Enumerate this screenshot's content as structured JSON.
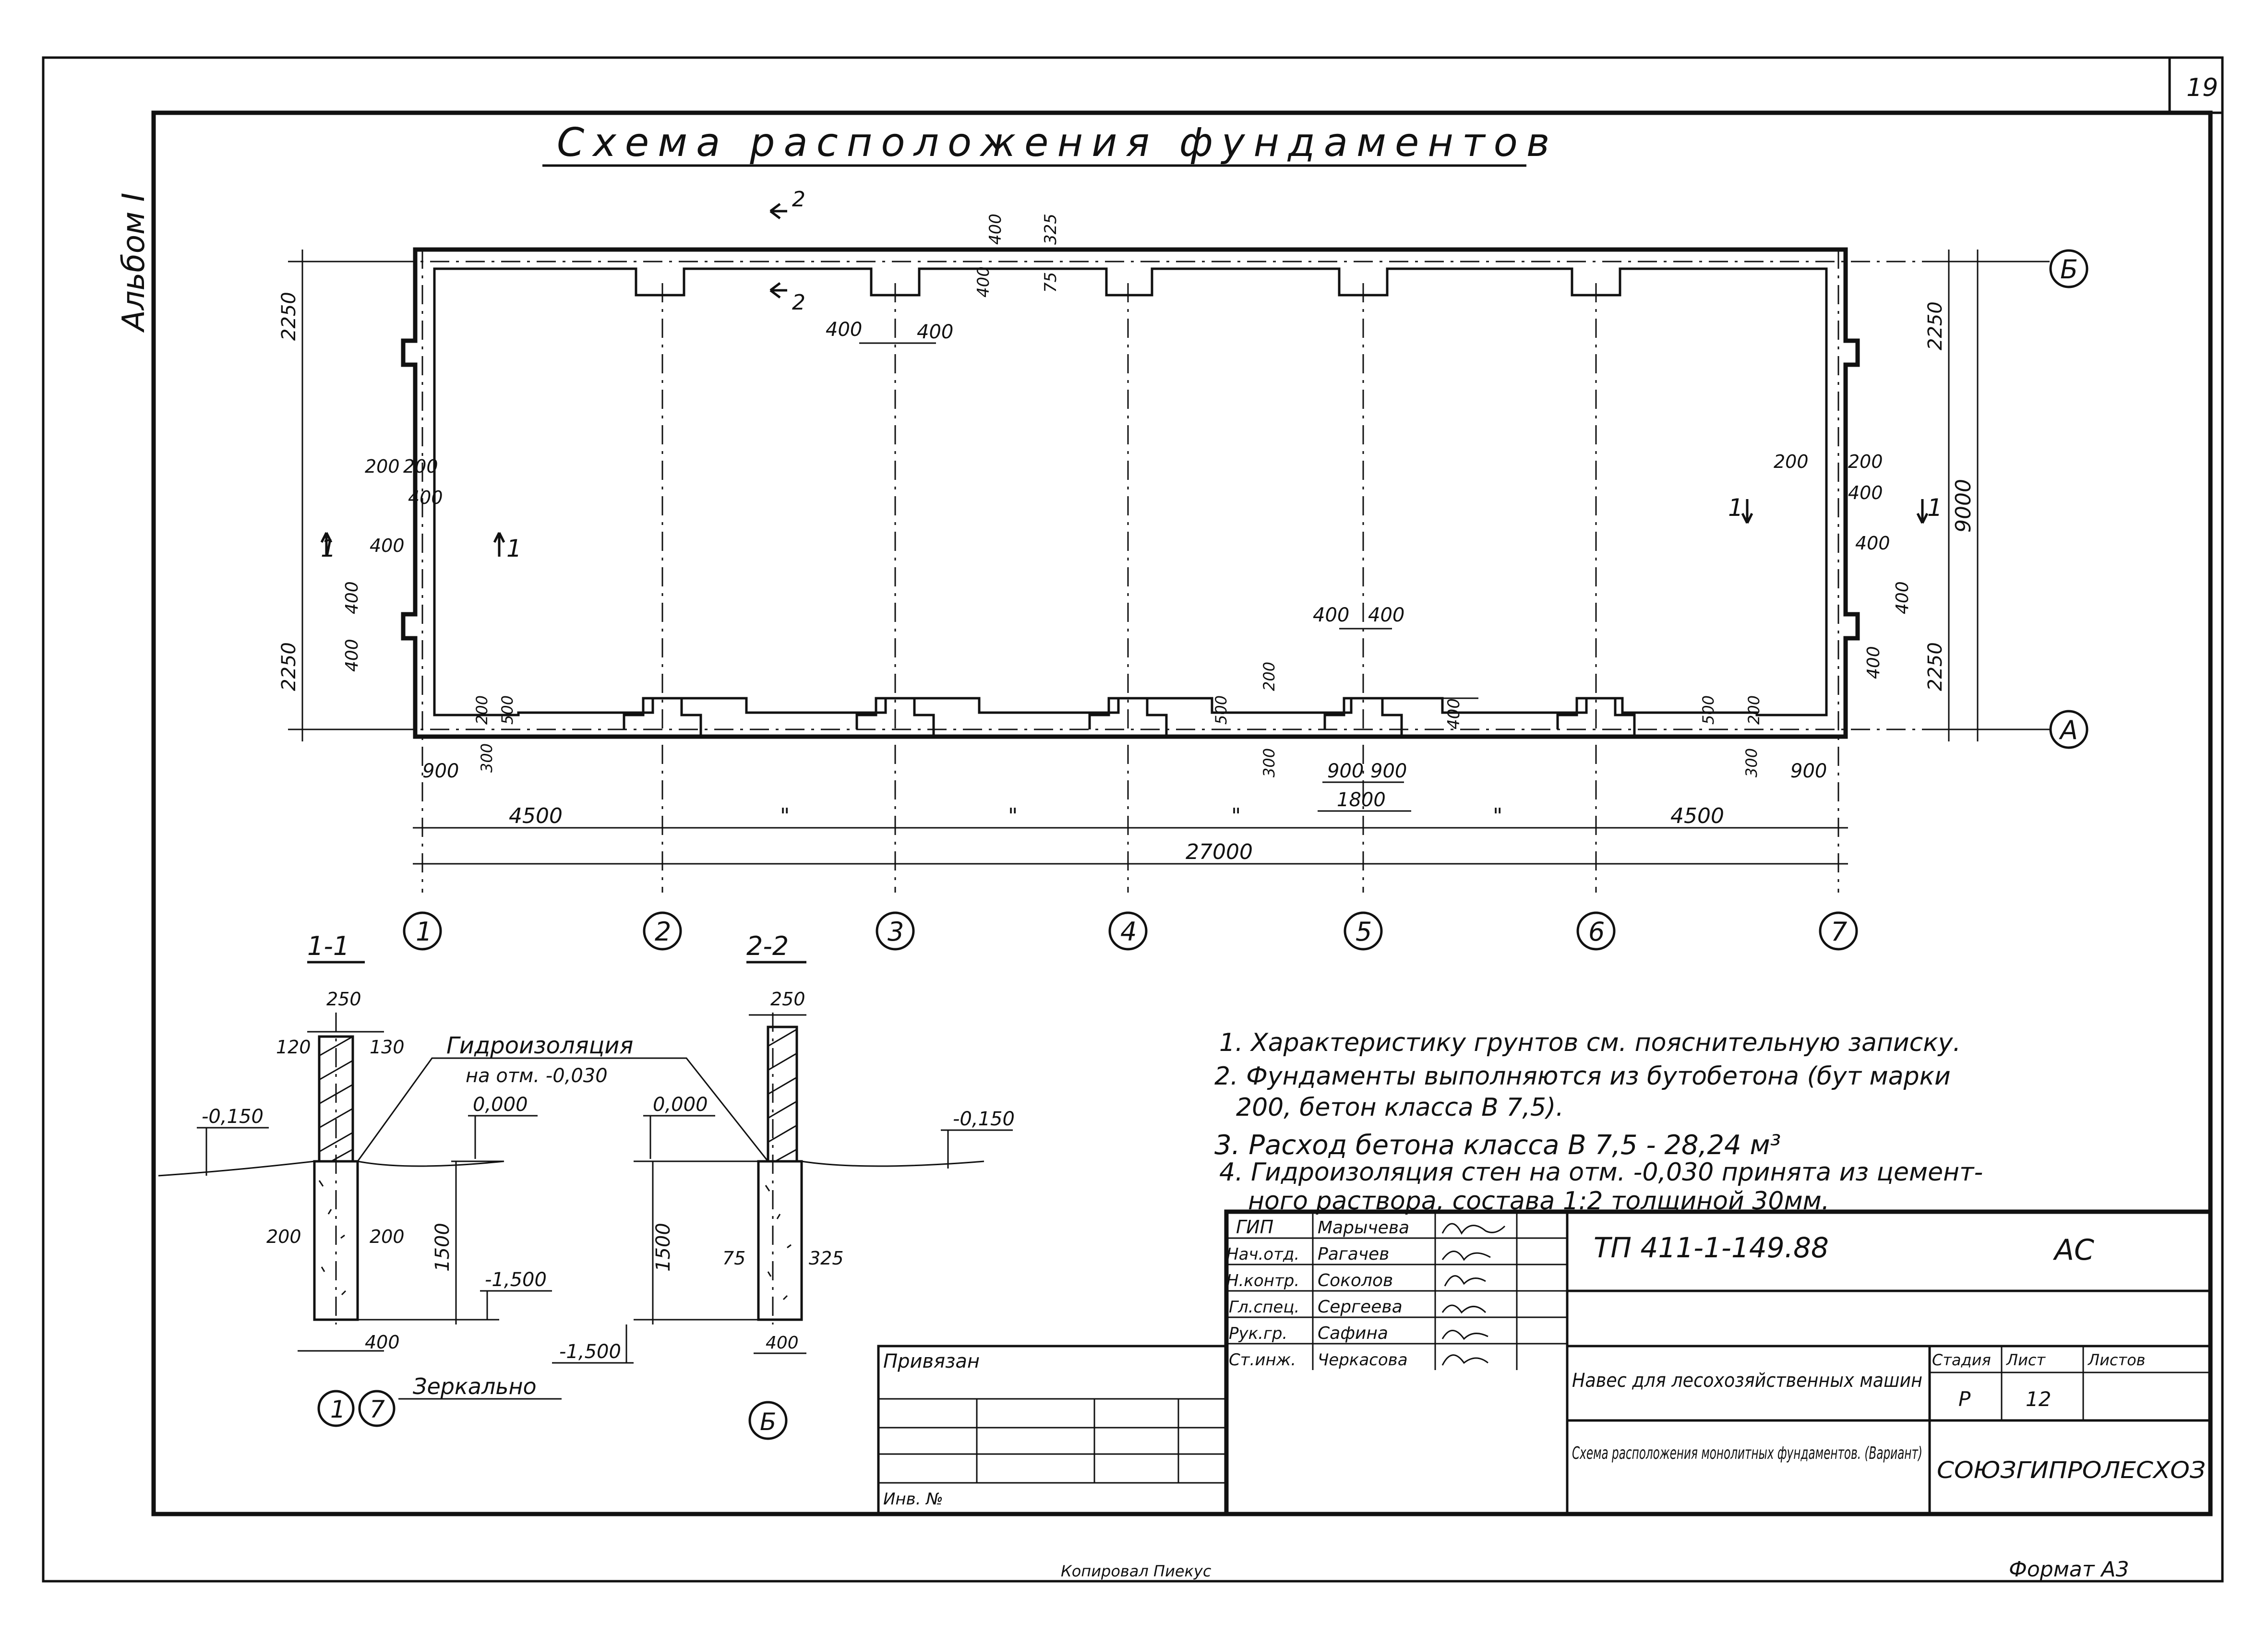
{
  "sheet": {
    "number": "19",
    "album_label": "Альбом I",
    "bottom_signature": "Копировал Пиекус",
    "format": "Формат А3"
  },
  "plan": {
    "title": "Схема расположения фундаментов",
    "axes_numbers": [
      "1",
      "2",
      "3",
      "4",
      "5",
      "6",
      "7"
    ],
    "axes_letters": [
      "Б",
      "А"
    ],
    "overall_length": "27000",
    "overall_width": "9000",
    "bay_first": "4500",
    "bay_last": "4500",
    "bay_repeat": "\"",
    "dims": {
      "d2250": "2250",
      "d200": "200",
      "d400": "400",
      "d325": "325",
      "d75": "75",
      "d300": "300",
      "d500": "500",
      "d900": "900",
      "d1800": "1800"
    },
    "section_marks": {
      "s1": "1",
      "s2": "2"
    }
  },
  "section_1_1": {
    "label": "1-1",
    "width": "250",
    "left": "120",
    "right": "130",
    "level_ground": "-0,150",
    "level_zero": "0,000",
    "level_bottom": "-1,500",
    "depth": "1500",
    "offset_l": "200",
    "offset_r": "200",
    "base": "400",
    "waterproof_label": "Гидроизоляция",
    "waterproof_level": "на отм. -0,030",
    "axis_a": "1",
    "axis_b": "7",
    "mirror_note": "Зеркально"
  },
  "section_2_2": {
    "label": "2-2",
    "width": "250",
    "level_zero": "0,000",
    "level_ground": "-0,150",
    "level_bottom": "-1,500",
    "depth": "1500",
    "offset_l": "75",
    "offset_r": "325",
    "base": "400",
    "axis": "Б"
  },
  "notes": [
    "1. Характеристику грунтов см. пояснительную записку.",
    "2. Фундаменты выполняются из бутобетона (бут марки",
    "200, бетон класса В 7,5).",
    "3. Расход бетона класса В 7,5 - 28,24 м³",
    "4. Гидроизоляция стен на отм. -0,030 принята из цемент-",
    "ного раствора, состава 1:2 толщиной 30мм."
  ],
  "title_block": {
    "code": "ТП 411-1-149.88",
    "mark": "АС",
    "object": "Навес для лесохозяйственных машин",
    "sheet_title": "Схема расположения монолитных фундаментов. (Вариант)",
    "org": "СОЮЗГИПРОЛЕСХОЗ",
    "stage_h": "Стадия",
    "sheet_h": "Лист",
    "sheets_h": "Листов",
    "stage": "Р",
    "sheet_no": "12",
    "privyazan": "Привязан",
    "inv": "Инв. №",
    "roles": [
      "ГИП",
      "Нач.отд.",
      "Н.контр.",
      "Гл.спец.",
      "Рук.гр.",
      "Ст.инж."
    ],
    "names": [
      "Марычева",
      "Рагачев",
      "Соколов",
      "Сергеева",
      "Сафина",
      "Черкасова"
    ]
  }
}
